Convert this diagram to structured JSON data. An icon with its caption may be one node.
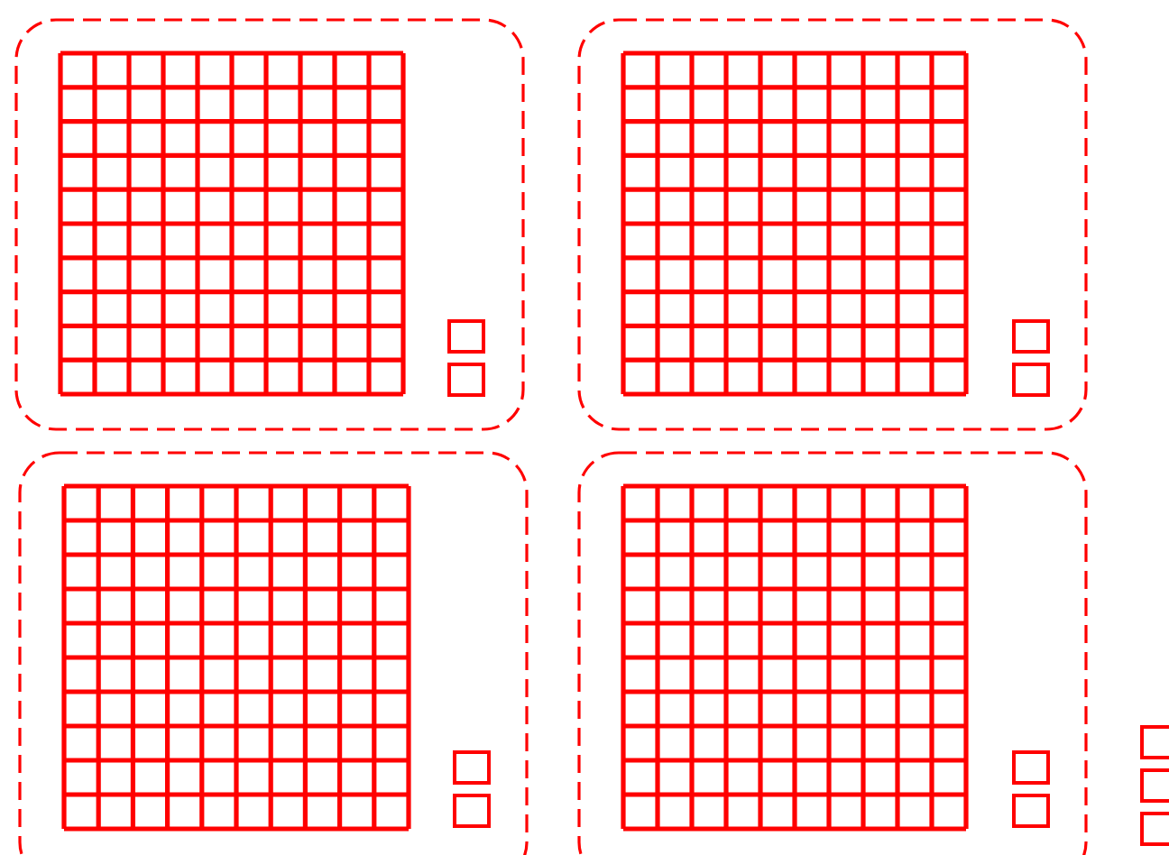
{
  "diagram": {
    "nodes": [
      {
        "text": [],
        "shape": "box"
      },
      {
        "text": [],
        "shape": "grid",
        "in": 0
      },
      {
        "text": [],
        "shape": "square",
        "in": 0
      },
      {
        "text": [],
        "shape": "square",
        "in": 0
      },
      {
        "text": [],
        "shape": "box"
      },
      {
        "text": [],
        "shape": "grid",
        "in": 4
      },
      {
        "text": [],
        "shape": "square",
        "in": 4
      },
      {
        "text": [],
        "shape": "square",
        "in": 4
      },
      {
        "text": [],
        "shape": "box"
      },
      {
        "text": [],
        "shape": "grid",
        "in": 8
      },
      {
        "text": [],
        "shape": "square",
        "in": 8
      },
      {
        "text": [],
        "shape": "square",
        "in": 8
      },
      {
        "text": [],
        "shape": "box"
      },
      {
        "text": [],
        "shape": "grid",
        "in": 12
      },
      {
        "text": [],
        "shape": "square",
        "in": 12
      },
      {
        "text": [],
        "shape": "square",
        "in": 12
      },
      {
        "text": [],
        "shape": "square"
      },
      {
        "text": [],
        "shape": "square"
      },
      {
        "text": [],
        "shape": "square"
      }
    ]
  }
}
